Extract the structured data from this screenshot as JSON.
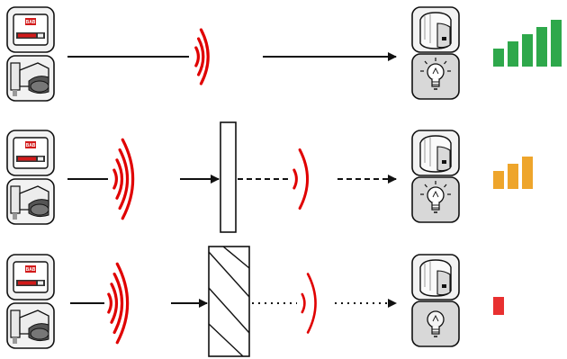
{
  "brand_text": "BAB",
  "colors": {
    "wave": "#e00000",
    "line": "#111111",
    "device_bg": "#f2f2f2",
    "lamp_bg": "#d8d8d8",
    "signal_strong": "#2ea84b",
    "signal_medium": "#eea52b",
    "signal_weak": "#e83030"
  },
  "scenarios": [
    {
      "id": "free-path",
      "obstacle": "none",
      "received_wave": "full",
      "lamp_lit": true,
      "signal": {
        "level": 5,
        "max": 5,
        "color_key": "signal_strong"
      }
    },
    {
      "id": "thin-wall",
      "obstacle": "thin-wall",
      "received_wave": "dashed-reduced",
      "lamp_lit": true,
      "signal": {
        "level": 3,
        "max": 5,
        "color_key": "signal_medium"
      }
    },
    {
      "id": "thick-wall",
      "obstacle": "thick-hatched-wall",
      "received_wave": "dotted-weak",
      "lamp_lit": false,
      "signal": {
        "level": 1,
        "max": 5,
        "color_key": "signal_weak"
      }
    }
  ]
}
